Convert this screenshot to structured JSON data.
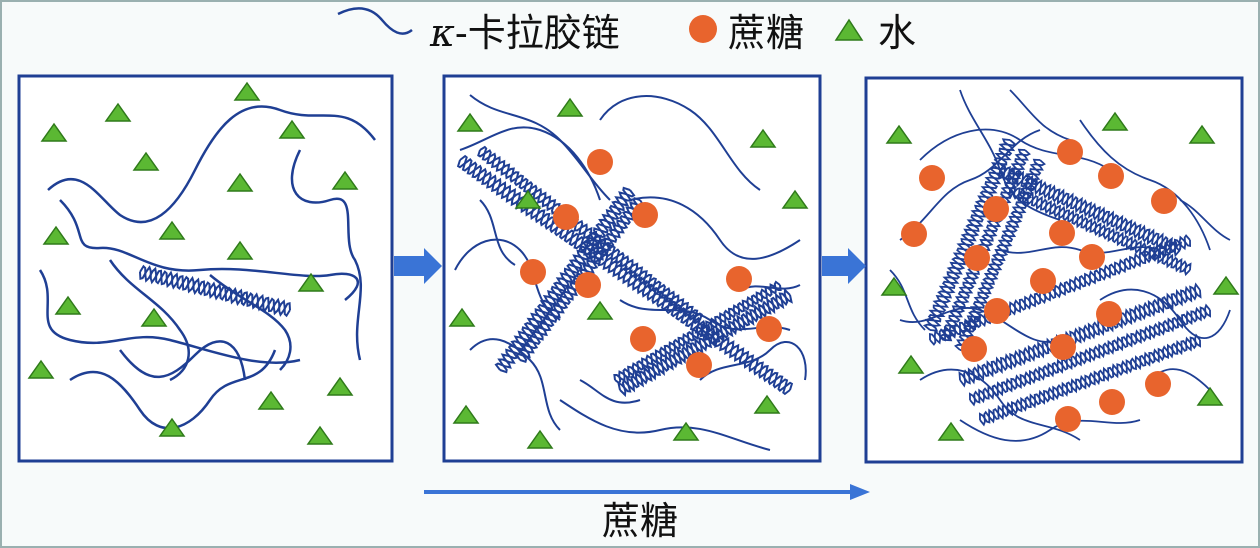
{
  "legend": {
    "chain_symbol": "κ",
    "chain_label": "-卡拉胶链",
    "sucrose_label": "蔗糖",
    "water_label": "水"
  },
  "bottom_axis": {
    "label": "蔗糖"
  },
  "colors": {
    "chain": "#1f3f94",
    "frame": "#1f3f94",
    "sucrose": "#e8642d",
    "water_fill": "#5bb833",
    "water_stroke": "#2f7a1a",
    "arrow": "#3a74d6",
    "background": "#f7fafa"
  },
  "icons": {
    "chain": "wavy-line-icon",
    "sucrose": "orange-circle-icon",
    "water": "green-triangle-icon",
    "arrow": "right-arrow-icon"
  }
}
